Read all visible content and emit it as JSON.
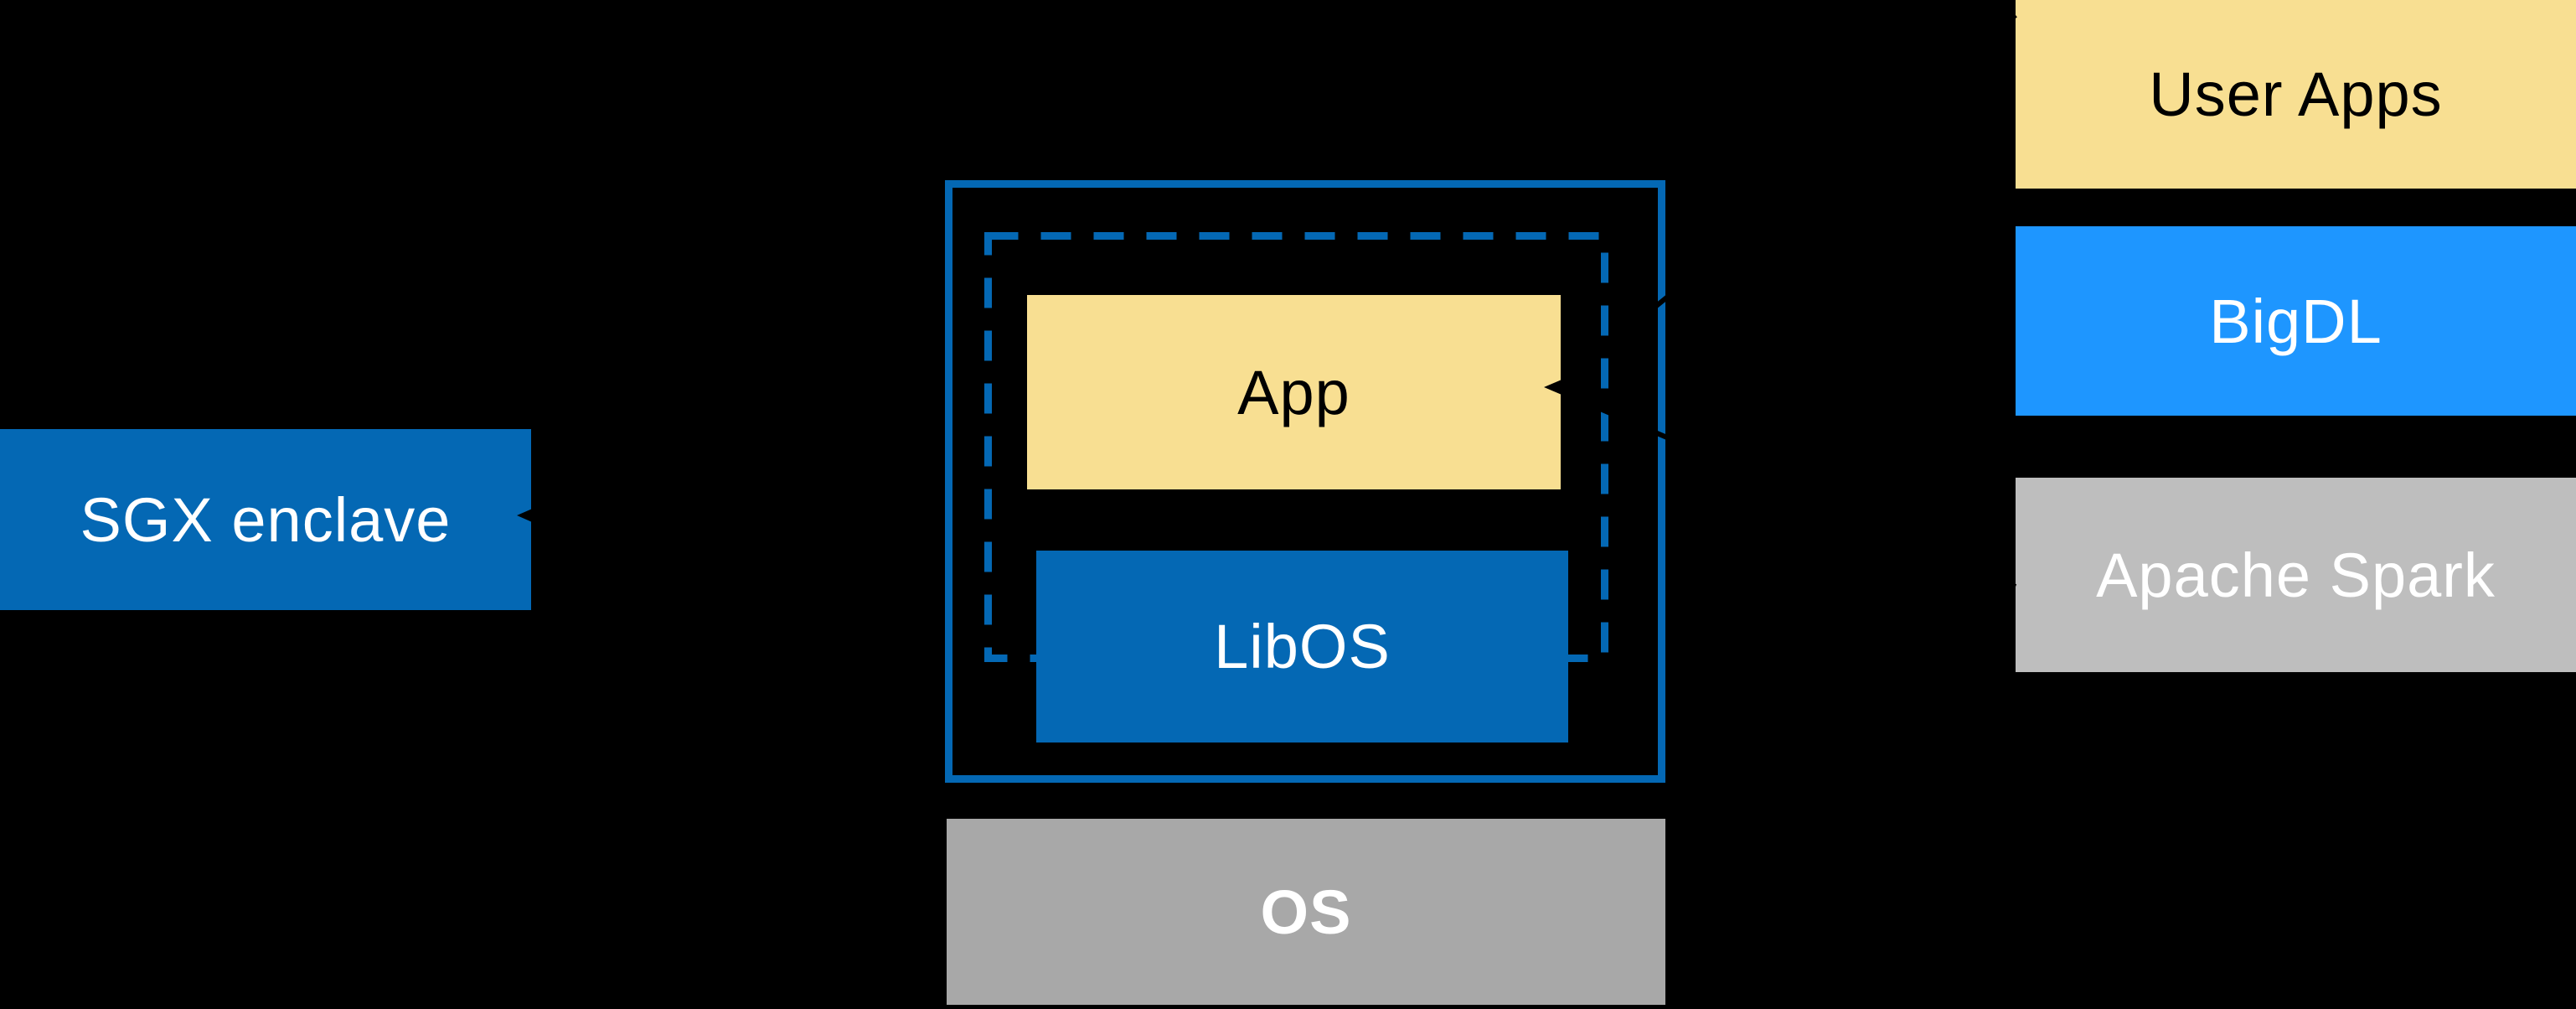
{
  "diagram_title": "SGX enclave LibOS architecture diagram",
  "boxes": {
    "sgx_enclave": {
      "label": "SGX enclave",
      "bg": "#0468B4",
      "text_color": "#FFFFFF"
    },
    "app": {
      "label": "App",
      "bg": "#F8DF92",
      "text_color": "#000000"
    },
    "libos": {
      "label": "LibOS",
      "bg": "#0468B4",
      "text_color": "#FFFFFF"
    },
    "os": {
      "label": "OS",
      "bg": "#A8A8A8",
      "text_color": "#FFFFFF"
    }
  },
  "enclave_outline": {
    "border_color": "#0468B4"
  },
  "dashed_boundary": {
    "color": "#0468B4",
    "dash": "36 27"
  },
  "stack": {
    "items": [
      {
        "label": "User Apps",
        "bg": "#F8DF92",
        "text_color": "#000000"
      },
      {
        "label": "BigDL",
        "bg": "#1E96FF",
        "text_color": "#FFFFFF"
      },
      {
        "label": "Apache Spark",
        "bg": "#BEBEBE",
        "text_color": "#FFFFFF"
      }
    ]
  },
  "connectors": {
    "color": "#000000",
    "sgx_arrow": "arrow from dashed enclave boundary to SGX enclave label",
    "stack_arrow": "grouping lines from software stack to App"
  },
  "background_color": "#000000"
}
